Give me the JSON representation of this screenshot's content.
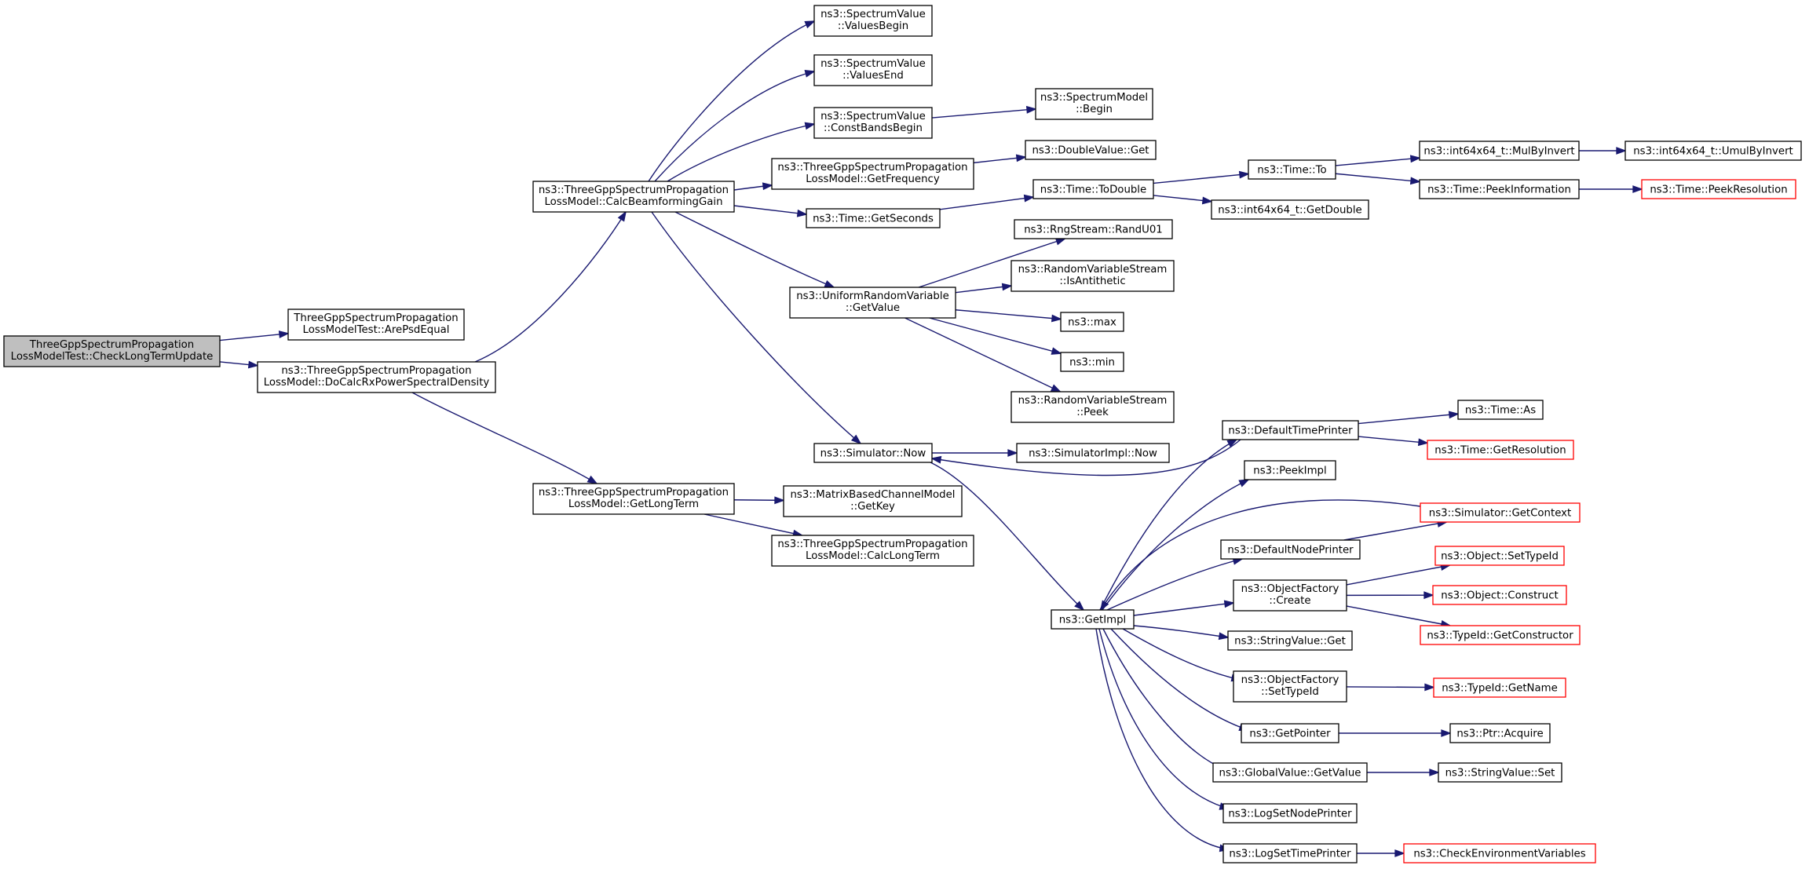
{
  "edge_color": "#191970",
  "root_fill": "#bfbfbf",
  "truncated_border_color": "#ff0000",
  "nodes": {
    "root": [
      "ThreeGppSpectrumPropagation",
      "LossModelTest::CheckLongTermUpdate"
    ],
    "arePsdEqual": [
      "ThreeGppSpectrumPropagation",
      "LossModelTest::ArePsdEqual"
    ],
    "doCalcRx": [
      "ns3::ThreeGppSpectrumPropagation",
      "LossModel::DoCalcRxPowerSpectralDensity"
    ],
    "calcBeamforming": [
      "ns3::ThreeGppSpectrumPropagation",
      "LossModel::CalcBeamformingGain"
    ],
    "getLongTerm": [
      "ns3::ThreeGppSpectrumPropagation",
      "LossModel::GetLongTerm"
    ],
    "valuesBegin": [
      "ns3::SpectrumValue",
      "::ValuesBegin"
    ],
    "valuesEnd": [
      "ns3::SpectrumValue",
      "::ValuesEnd"
    ],
    "constBandsBegin": [
      "ns3::SpectrumValue",
      "::ConstBandsBegin"
    ],
    "getFrequency": [
      "ns3::ThreeGppSpectrumPropagation",
      "LossModel::GetFrequency"
    ],
    "getSeconds": [
      "ns3::Time::GetSeconds"
    ],
    "uniformGetValue": [
      "ns3::UniformRandomVariable",
      "::GetValue"
    ],
    "simulatorNow": [
      "ns3::Simulator::Now"
    ],
    "getKey": [
      "ns3::MatrixBasedChannelModel",
      "::GetKey"
    ],
    "calcLongTerm": [
      "ns3::ThreeGppSpectrumPropagation",
      "LossModel::CalcLongTerm"
    ],
    "spectrumModelBegin": [
      "ns3::SpectrumModel",
      "::Begin"
    ],
    "doubleValueGet": [
      "ns3::DoubleValue::Get"
    ],
    "timeToDouble": [
      "ns3::Time::ToDouble"
    ],
    "randU01": [
      "ns3::RngStream::RandU01"
    ],
    "isAntithetic": [
      "ns3::RandomVariableStream",
      "::IsAntithetic"
    ],
    "max": [
      "ns3::max"
    ],
    "min": [
      "ns3::min"
    ],
    "peek": [
      "ns3::RandomVariableStream",
      "::Peek"
    ],
    "simImplNow": [
      "ns3::SimulatorImpl::Now"
    ],
    "getImpl": [
      "ns3::GetImpl"
    ],
    "timeTo": [
      "ns3::Time::To"
    ],
    "int64GetDouble": [
      "ns3::int64x64_t::GetDouble"
    ],
    "mulByInvert": [
      "ns3::int64x64_t::MulByInvert"
    ],
    "umulByInvert": [
      "ns3::int64x64_t::UmulByInvert"
    ],
    "peekInformation": [
      "ns3::Time::PeekInformation"
    ],
    "peekResolution": [
      "ns3::Time::PeekResolution"
    ],
    "defaultTimePrinter": [
      "ns3::DefaultTimePrinter"
    ],
    "timeAs": [
      "ns3::Time::As"
    ],
    "getResolution": [
      "ns3::Time::GetResolution"
    ],
    "peekImpl": [
      "ns3::PeekImpl"
    ],
    "getContext": [
      "ns3::Simulator::GetContext"
    ],
    "defaultNodePrinter": [
      "ns3::DefaultNodePrinter"
    ],
    "objFactoryCreate": [
      "ns3::ObjectFactory",
      "::Create"
    ],
    "setTypeId": [
      "ns3::Object::SetTypeId"
    ],
    "construct": [
      "ns3::Object::Construct"
    ],
    "getConstructor": [
      "ns3::TypeId::GetConstructor"
    ],
    "stringValueGet": [
      "ns3::StringValue::Get"
    ],
    "objFactorySetTypeId": [
      "ns3::ObjectFactory",
      "::SetTypeId"
    ],
    "typeIdGetName": [
      "ns3::TypeId::GetName"
    ],
    "getPointer": [
      "ns3::GetPointer"
    ],
    "ptrAcquire": [
      "ns3::Ptr::Acquire"
    ],
    "globalValueGetValue": [
      "ns3::GlobalValue::GetValue"
    ],
    "stringValueSet": [
      "ns3::StringValue::Set"
    ],
    "logSetNodePrinter": [
      "ns3::LogSetNodePrinter"
    ],
    "logSetTimePrinter": [
      "ns3::LogSetTimePrinter"
    ],
    "checkEnvVars": [
      "ns3::CheckEnvironmentVariables"
    ]
  },
  "edges": [
    [
      "root",
      "arePsdEqual"
    ],
    [
      "root",
      "doCalcRx"
    ],
    [
      "doCalcRx",
      "calcBeamforming"
    ],
    [
      "doCalcRx",
      "getLongTerm"
    ],
    [
      "calcBeamforming",
      "valuesBegin"
    ],
    [
      "calcBeamforming",
      "valuesEnd"
    ],
    [
      "calcBeamforming",
      "constBandsBegin"
    ],
    [
      "calcBeamforming",
      "getFrequency"
    ],
    [
      "calcBeamforming",
      "getSeconds"
    ],
    [
      "calcBeamforming",
      "uniformGetValue"
    ],
    [
      "calcBeamforming",
      "simulatorNow"
    ],
    [
      "getLongTerm",
      "getKey"
    ],
    [
      "getLongTerm",
      "calcLongTerm"
    ],
    [
      "constBandsBegin",
      "spectrumModelBegin"
    ],
    [
      "getFrequency",
      "doubleValueGet"
    ],
    [
      "getSeconds",
      "timeToDouble"
    ],
    [
      "uniformGetValue",
      "randU01"
    ],
    [
      "uniformGetValue",
      "isAntithetic"
    ],
    [
      "uniformGetValue",
      "max"
    ],
    [
      "uniformGetValue",
      "min"
    ],
    [
      "uniformGetValue",
      "peek"
    ],
    [
      "simulatorNow",
      "simImplNow"
    ],
    [
      "simulatorNow",
      "getImpl"
    ],
    [
      "timeToDouble",
      "timeTo"
    ],
    [
      "timeToDouble",
      "int64GetDouble"
    ],
    [
      "timeTo",
      "mulByInvert"
    ],
    [
      "timeTo",
      "peekInformation"
    ],
    [
      "mulByInvert",
      "umulByInvert"
    ],
    [
      "peekInformation",
      "peekResolution"
    ],
    [
      "defaultTimePrinter",
      "timeAs"
    ],
    [
      "defaultTimePrinter",
      "getResolution"
    ],
    [
      "defaultTimePrinter",
      "simulatorNow"
    ],
    [
      "defaultNodePrinter",
      "getContext"
    ],
    [
      "objFactoryCreate",
      "setTypeId"
    ],
    [
      "objFactoryCreate",
      "construct"
    ],
    [
      "objFactoryCreate",
      "getConstructor"
    ],
    [
      "objFactorySetTypeId",
      "typeIdGetName"
    ],
    [
      "getPointer",
      "ptrAcquire"
    ],
    [
      "globalValueGetValue",
      "stringValueSet"
    ],
    [
      "logSetTimePrinter",
      "checkEnvVars"
    ],
    [
      "getContext",
      "getImpl"
    ],
    [
      "getImpl",
      "defaultTimePrinter"
    ],
    [
      "getImpl",
      "peekImpl"
    ],
    [
      "getImpl",
      "defaultNodePrinter"
    ],
    [
      "getImpl",
      "objFactoryCreate"
    ],
    [
      "getImpl",
      "stringValueGet"
    ],
    [
      "getImpl",
      "objFactorySetTypeId"
    ],
    [
      "getImpl",
      "getPointer"
    ],
    [
      "getImpl",
      "globalValueGetValue"
    ],
    [
      "getImpl",
      "logSetNodePrinter"
    ],
    [
      "getImpl",
      "logSetTimePrinter"
    ]
  ]
}
